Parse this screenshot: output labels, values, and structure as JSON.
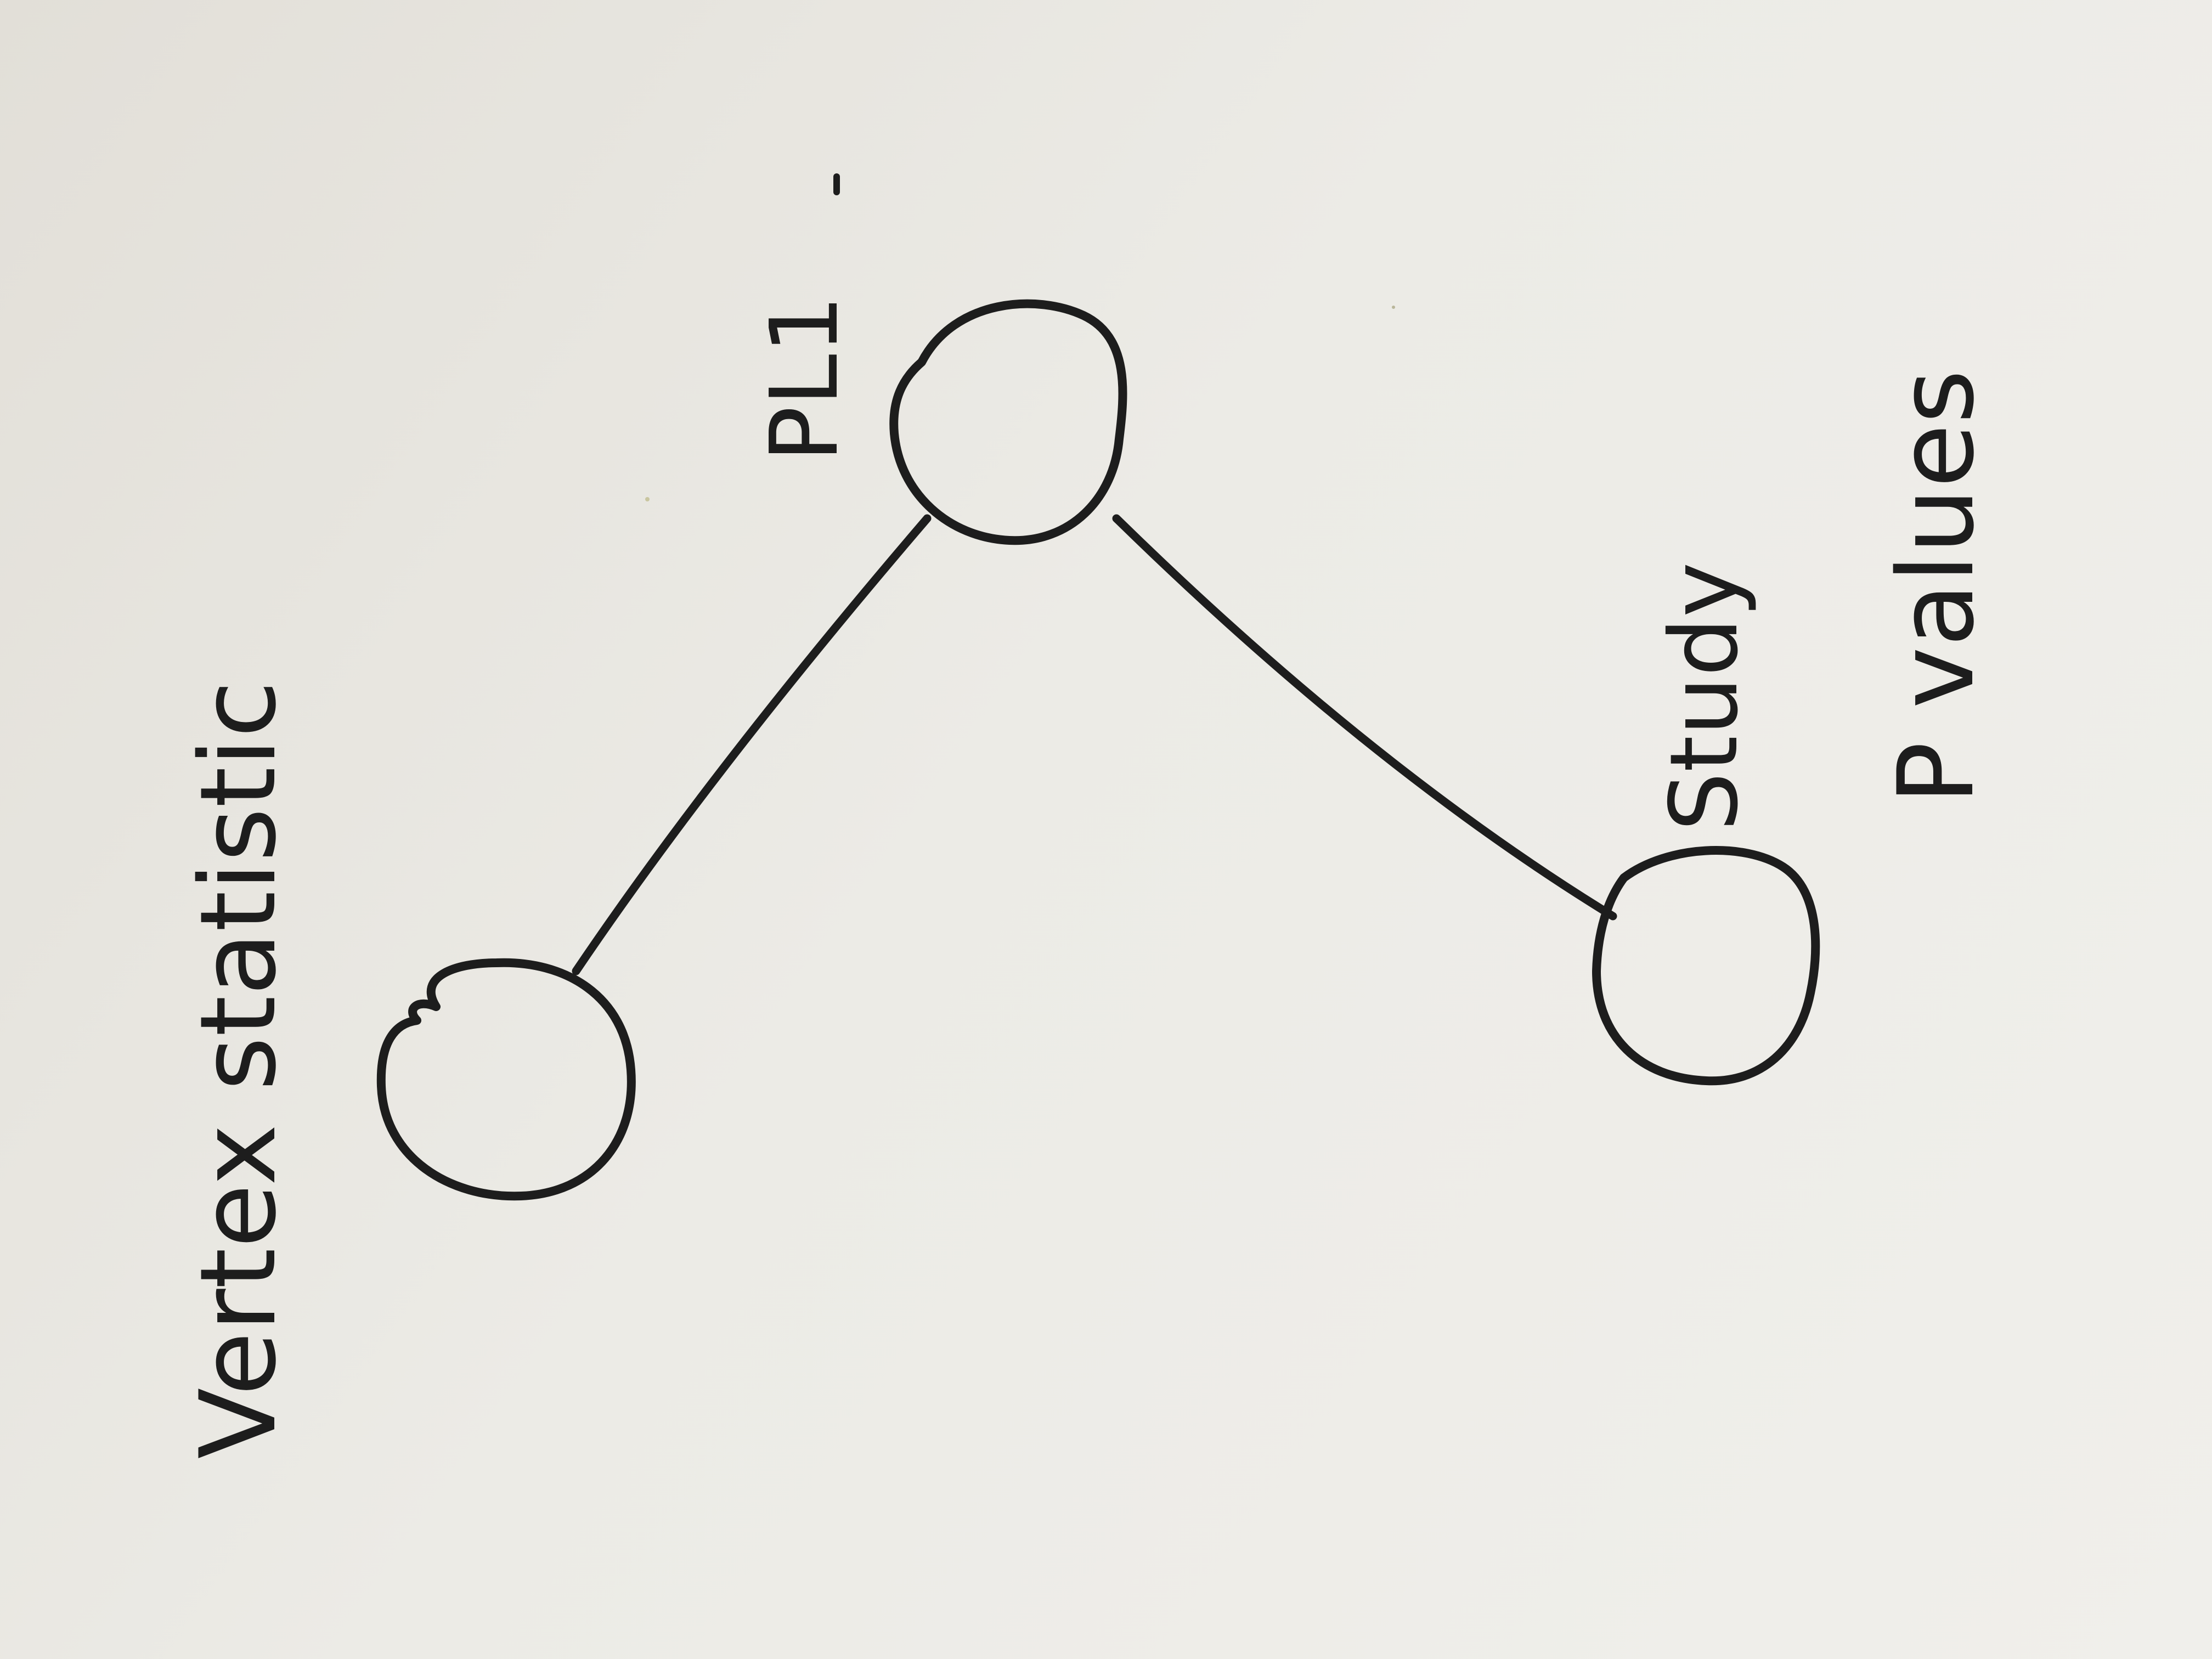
{
  "diagram": {
    "title": "Vertex statistic",
    "nodes": [
      {
        "id": "node-left",
        "label": ""
      },
      {
        "id": "node-top",
        "label": "PL1"
      },
      {
        "id": "node-right",
        "label": "Study"
      }
    ],
    "edges": [
      {
        "from": "node-left",
        "to": "node-top"
      },
      {
        "from": "node-top",
        "to": "node-right"
      }
    ],
    "annotations": {
      "top_node_label": "PL1",
      "right_node_label": "Study",
      "right_node_note": "P values"
    }
  }
}
